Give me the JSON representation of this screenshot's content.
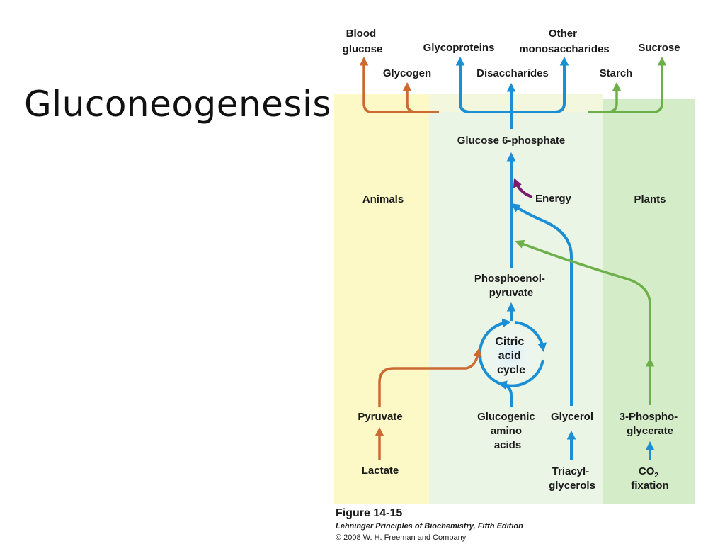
{
  "slide": {
    "title": "Gluconeogenesis"
  },
  "regions": {
    "animals": "Animals",
    "plants": "Plants"
  },
  "products": {
    "blood_glucose": [
      "Blood",
      "glucose"
    ],
    "glycogen": "Glycogen",
    "glycoproteins": "Glycoproteins",
    "disaccharides": "Disaccharides",
    "other_monosaccharides": [
      "Other",
      "monosaccharides"
    ],
    "starch": "Starch",
    "sucrose": "Sucrose"
  },
  "intermediates": {
    "glucose6p": "Glucose 6-phosphate",
    "energy": "Energy",
    "pep": [
      "Phosphoenol-",
      "pyruvate"
    ],
    "citric_cycle": [
      "Citric",
      "acid",
      "cycle"
    ]
  },
  "sources": {
    "pyruvate": "Pyruvate",
    "lactate": "Lactate",
    "glucogenic": [
      "Glucogenic",
      "amino",
      "acids"
    ],
    "glycerol": "Glycerol",
    "triacylglycerols": [
      "Triacyl-",
      "glycerols"
    ],
    "phosphoglycerate": [
      "3-Phospho-",
      "glycerate"
    ],
    "co2": {
      "main": "CO",
      "sub": "2",
      "line2": "fixation"
    }
  },
  "caption": {
    "figure": "Figure 14-15",
    "book": "Lehninger Principles of Biochemistry, Fifth Edition",
    "copyright": "© 2008 W. H. Freeman and Company"
  },
  "colors": {
    "animals_bg": "#fdf9c7",
    "center_bg": "#eaf5e6",
    "plants_bg": "#d5ecc9",
    "blue": "#1b8fd6",
    "orange": "#cc6a32",
    "green": "#6db04a",
    "purple": "#7a1a6e"
  }
}
